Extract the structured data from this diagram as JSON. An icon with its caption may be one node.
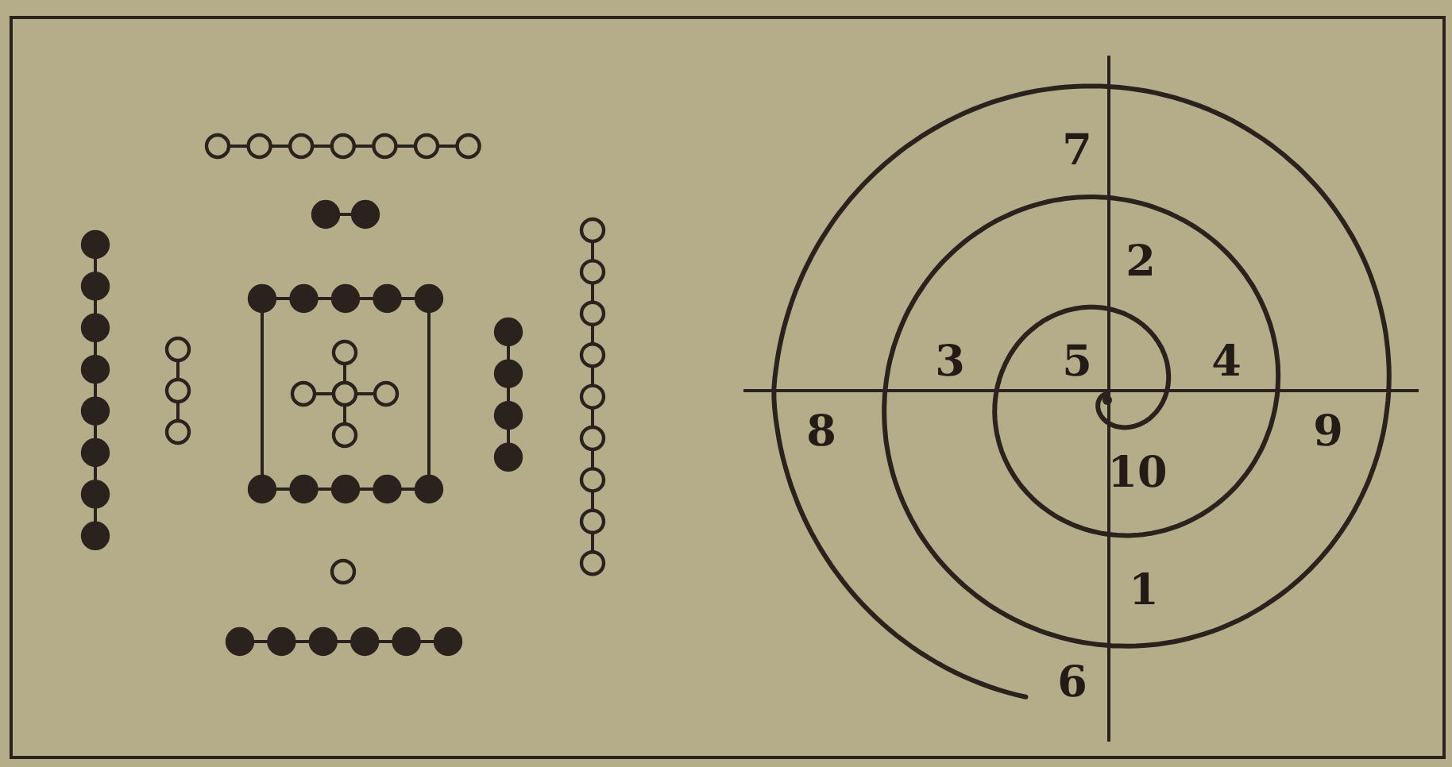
{
  "diagram": {
    "labels": [
      "7",
      "2",
      "3",
      "5",
      "4",
      "8",
      "9",
      "10",
      "1",
      "6"
    ]
  }
}
